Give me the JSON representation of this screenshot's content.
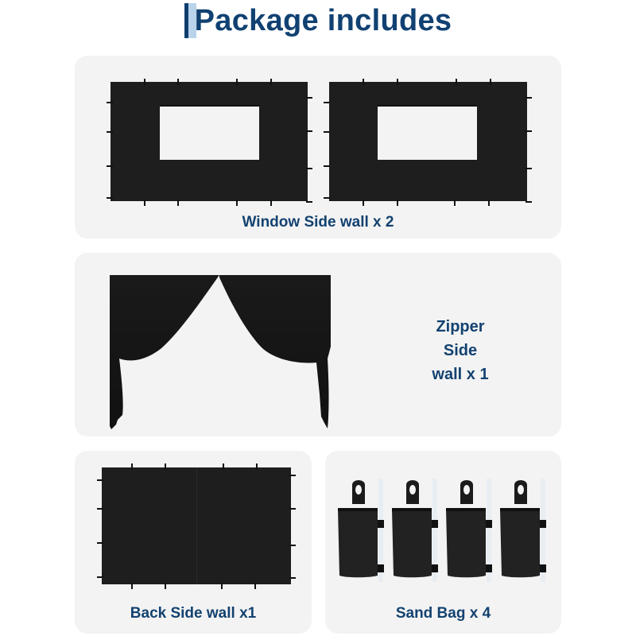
{
  "header": {
    "title": "Package includes",
    "accent_dark": "#0f3e6e",
    "accent_light": "#b9d3ea"
  },
  "items": [
    {
      "label": "Window Side wall x 2",
      "quantity": 2
    },
    {
      "label_lines": [
        "Zipper",
        "Side",
        "wall x 1"
      ],
      "quantity": 1
    },
    {
      "label": "Back Side wall x1",
      "quantity": 1
    },
    {
      "label": "Sand Bag x 4",
      "quantity": 4
    }
  ]
}
